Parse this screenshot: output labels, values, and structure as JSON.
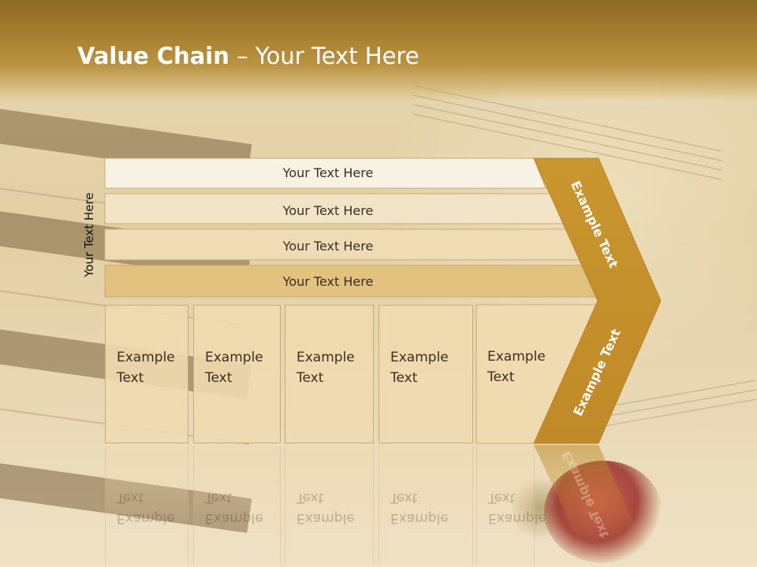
{
  "title": {
    "bold": "Value Chain",
    "rest": " – Your Text Here"
  },
  "side_label": "Your Text Here",
  "rows": [
    {
      "label": "Your Text Here"
    },
    {
      "label": "Your Text Here"
    },
    {
      "label": "Your Text Here"
    },
    {
      "label": "Your Text Here"
    }
  ],
  "boxes": [
    {
      "label": "Example\nText"
    },
    {
      "label": "Example\nText"
    },
    {
      "label": "Example\nText"
    },
    {
      "label": "Example\nText"
    },
    {
      "label": "Example\nText"
    }
  ],
  "chevron": {
    "upper_label": "Example Text",
    "lower_label": "Example Text"
  },
  "colors": {
    "title_bar": "#a67f2f",
    "chevron_fill": "#c8952f",
    "row_1": "#f8f2e4",
    "row_2": "#f2e4c6",
    "row_3": "#efdcb5",
    "row_4": "#e3c27f",
    "box_fill": "#f0dab0"
  }
}
